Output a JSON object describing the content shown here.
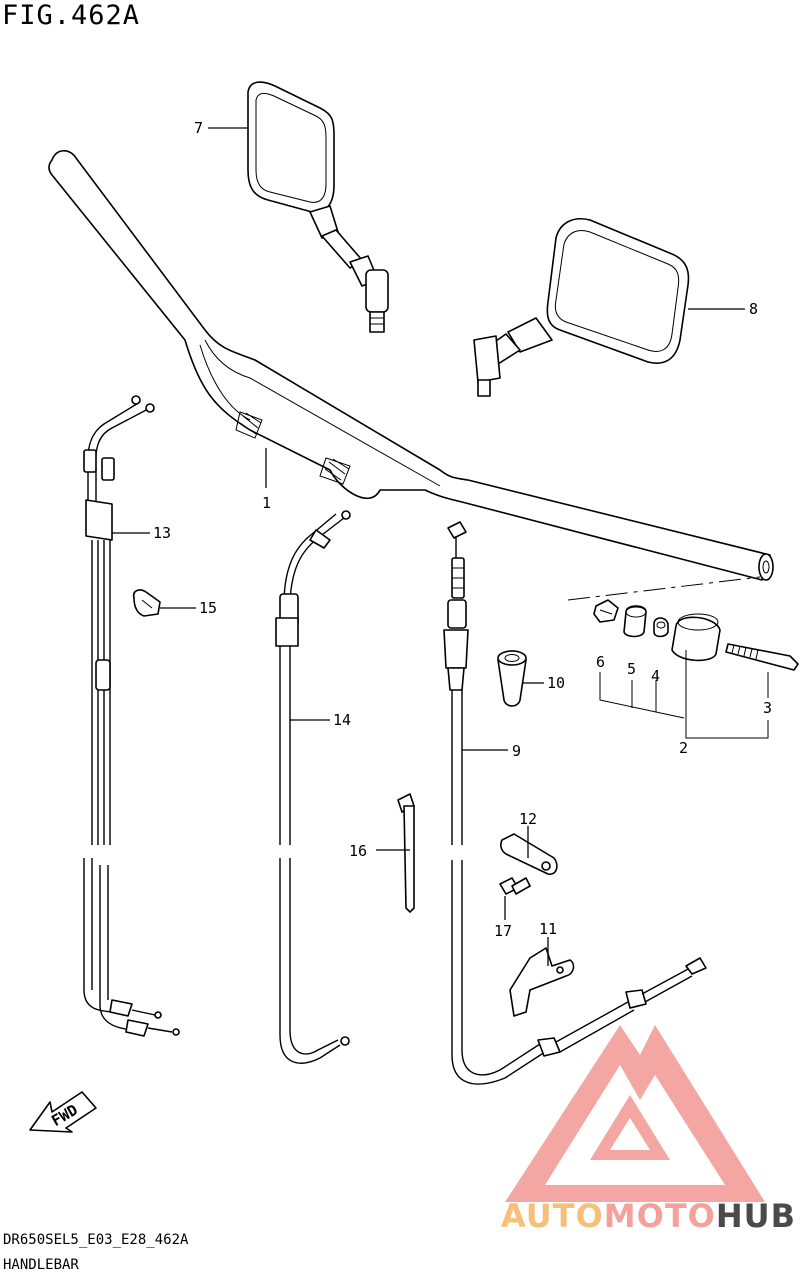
{
  "header": {
    "figure": "FIG.462A"
  },
  "footer": {
    "code": "DR650SEL5_E03_E28_462A",
    "name": "HANDLEBAR"
  },
  "callouts": {
    "c1": "1",
    "c2": "2",
    "c3": "3",
    "c4": "4",
    "c5": "5",
    "c6": "6",
    "c7": "7",
    "c8": "8",
    "c9": "9",
    "c10": "10",
    "c11": "11",
    "c12": "12",
    "c13": "13",
    "c14": "14",
    "c15": "15",
    "c16": "16",
    "c17": "17"
  },
  "direction": {
    "label": "FWD"
  },
  "watermark": {
    "part_a": "AUTO",
    "part_b": "MOTO",
    "part_c": "HUB",
    "color_a": "#f7c07a",
    "color_b": "#f4a19b",
    "color_c": "#4a4a4a",
    "logo_color": "#f08a85"
  }
}
